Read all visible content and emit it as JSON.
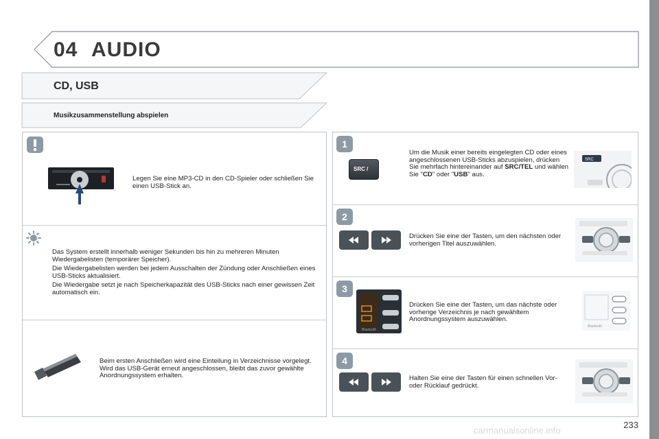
{
  "header": {
    "chapter_number": "04",
    "chapter_title": "AUDIO",
    "section_title": "CD, USB",
    "subsection_title": "Musikzusammenstellung abspielen"
  },
  "left": {
    "insert_text": "Legen Sie eine MP3-CD in den CD-Spieler oder schließen Sie einen USB-Stick an.",
    "info_paragraphs": [
      "Das System erstellt innerhalb weniger Sekunden bis hin zu mehreren Minuten Wiedergabelisten (temporärer Speicher).",
      "Die Wiedergabelisten werden bei jedem Ausschalten der Zündung oder Anschließen eines USB-Sticks aktualisiert.",
      "Die Wiedergabe setzt je nach Speicherkapazität des USB-Sticks nach einer gewissen Zeit automatisch ein."
    ],
    "usb_text": "Beim ersten Anschließen wird eine Einteilung in Verzeichnisse vorgelegt. Wird das USB-Gerät erneut angeschlossen, bleibt das zuvor gewählte Anordnungssystem erhalten."
  },
  "steps": [
    {
      "number": "1",
      "text_before": "Um die Musik einer bereits eingelegten CD oder eines angeschlossenen USB-Sticks abzuspielen, drücken Sie mehrfach hintereinander auf ",
      "bold1": "SRC/TEL",
      "text_mid": " und wählen Sie \"",
      "bold2": "CD",
      "text_mid2": "\" oder \"",
      "bold3": "USB",
      "text_end": "\" aus.",
      "button_label": "SRC /"
    },
    {
      "number": "2",
      "text": "Drücken Sie eine der Tasten, um den nächsten oder vorherigen Titel auszuwählen."
    },
    {
      "number": "3",
      "text": "Drücken Sie eine der Tasten, um das nächste oder vorherige Verzeichnis je nach gewähltem Anordnungssystem auszuwählen.",
      "bt_label": "Bluetooth"
    },
    {
      "number": "4",
      "text": "Halten Sie eine der Tasten für einen schnellen Vor- oder Rücklauf gedrückt."
    }
  ],
  "icons": {
    "warning": "exclamation-icon",
    "info": "bulb-icon",
    "prev": "rewind-icon",
    "next": "fast-forward-icon"
  },
  "page_number": "233",
  "watermark": "carmanualsonline.info",
  "colors": {
    "accent": "#6b7f91",
    "badge": "#8d9aa6",
    "rail": "#8c8e90"
  }
}
